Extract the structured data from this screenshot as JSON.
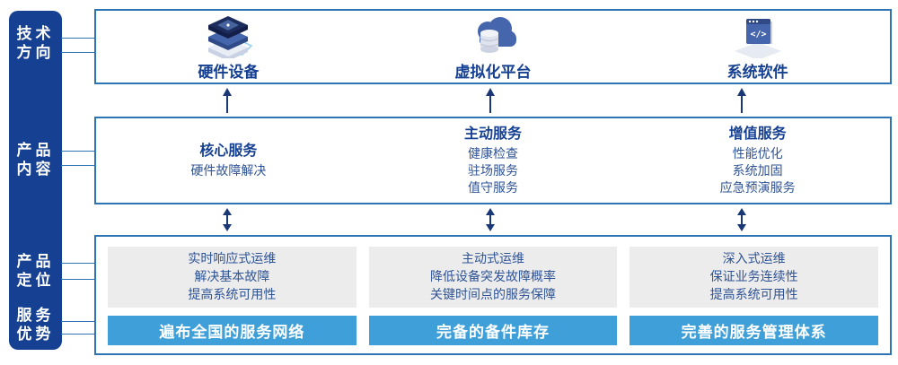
{
  "colors": {
    "rail_bg": "#164193",
    "panel_border": "#2e74b5",
    "arrow": "#1b3876",
    "title_navy": "#164193",
    "body_blue": "#2e5396",
    "gray_box": "#ececec",
    "bar_blue": "#3fa0d9"
  },
  "rail": {
    "items": [
      {
        "label": "技术\n方向"
      },
      {
        "label": "产品\n内容"
      },
      {
        "label": "产品\n定位"
      },
      {
        "label": "服务\n优势"
      }
    ]
  },
  "tech_row": {
    "items": [
      {
        "icon": "server-stack-icon",
        "label": "硬件设备"
      },
      {
        "icon": "cloud-database-icon",
        "label": "虚拟化平台"
      },
      {
        "icon": "code-window-icon",
        "label": "系统软件"
      }
    ]
  },
  "content_row": {
    "columns": [
      {
        "title": "核心服务",
        "item1": "硬件故障解决",
        "item2": "",
        "item3": ""
      },
      {
        "title": "主动服务",
        "item1": "健康检查",
        "item2": "驻场服务",
        "item3": "值守服务"
      },
      {
        "title": "增值服务",
        "item1": "性能优化",
        "item2": "系统加固",
        "item3": "应急预演服务"
      }
    ]
  },
  "position_row": {
    "columns": [
      {
        "line1": "实时响应式运维",
        "line2": "解决基本故障",
        "line3": "提高系统可用性",
        "bar": "遍布全国的服务网络"
      },
      {
        "line1": "主动式运维",
        "line2": "降低设备突发故障概率",
        "line3": "关键时间点的服务保障",
        "bar": "完备的备件库存"
      },
      {
        "line1": "深入式运维",
        "line2": "保证业务连续性",
        "line3": "提高系统可用性",
        "bar": "完善的服务管理体系"
      }
    ]
  }
}
